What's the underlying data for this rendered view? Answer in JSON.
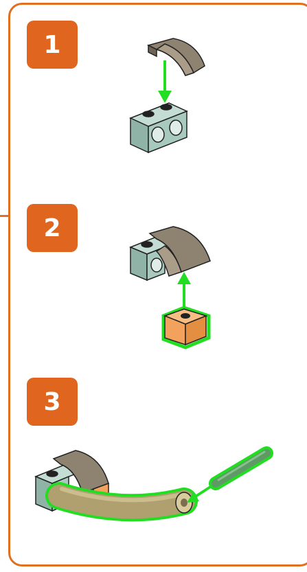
{
  "steps": [
    {
      "number": "1"
    },
    {
      "number": "2"
    },
    {
      "number": "3"
    }
  ],
  "colors": {
    "accent": "#e0651e",
    "frame": "#e07020",
    "arrow": "#22dd22",
    "brick_teal": "#a8c9bd",
    "slope_tan": "#8e8271",
    "brick_orange": "#f2a25c",
    "tube_olive": "#b0a070"
  },
  "icons": [
    "technic-brick-icon",
    "curved-slope-icon",
    "round-brick-icon",
    "flex-tube-icon",
    "axle-icon",
    "arrow-icon"
  ]
}
